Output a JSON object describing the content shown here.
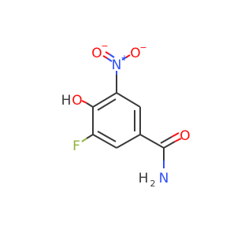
{
  "molecule": {
    "colors": {
      "carbon_bond": "#3a3a3a",
      "oxygen": "#ff0d0d",
      "nitrogen": "#3050f8",
      "fluorine": "#8fb339",
      "hydrogen_label": "#3a3a3a"
    },
    "labels": {
      "nitro_oxygen_left": "O",
      "nitro_oxygen_left_charge": "−",
      "nitro_nitrogen": "N",
      "nitro_nitrogen_charge": "+",
      "nitro_oxygen_right": "O",
      "hydroxyl_h": "H",
      "hydroxyl_o": "O",
      "fluorine": "F",
      "amide_oxygen": "O",
      "amide_h2": "H",
      "amide_h2_sub": "2",
      "amide_n": "N"
    }
  }
}
